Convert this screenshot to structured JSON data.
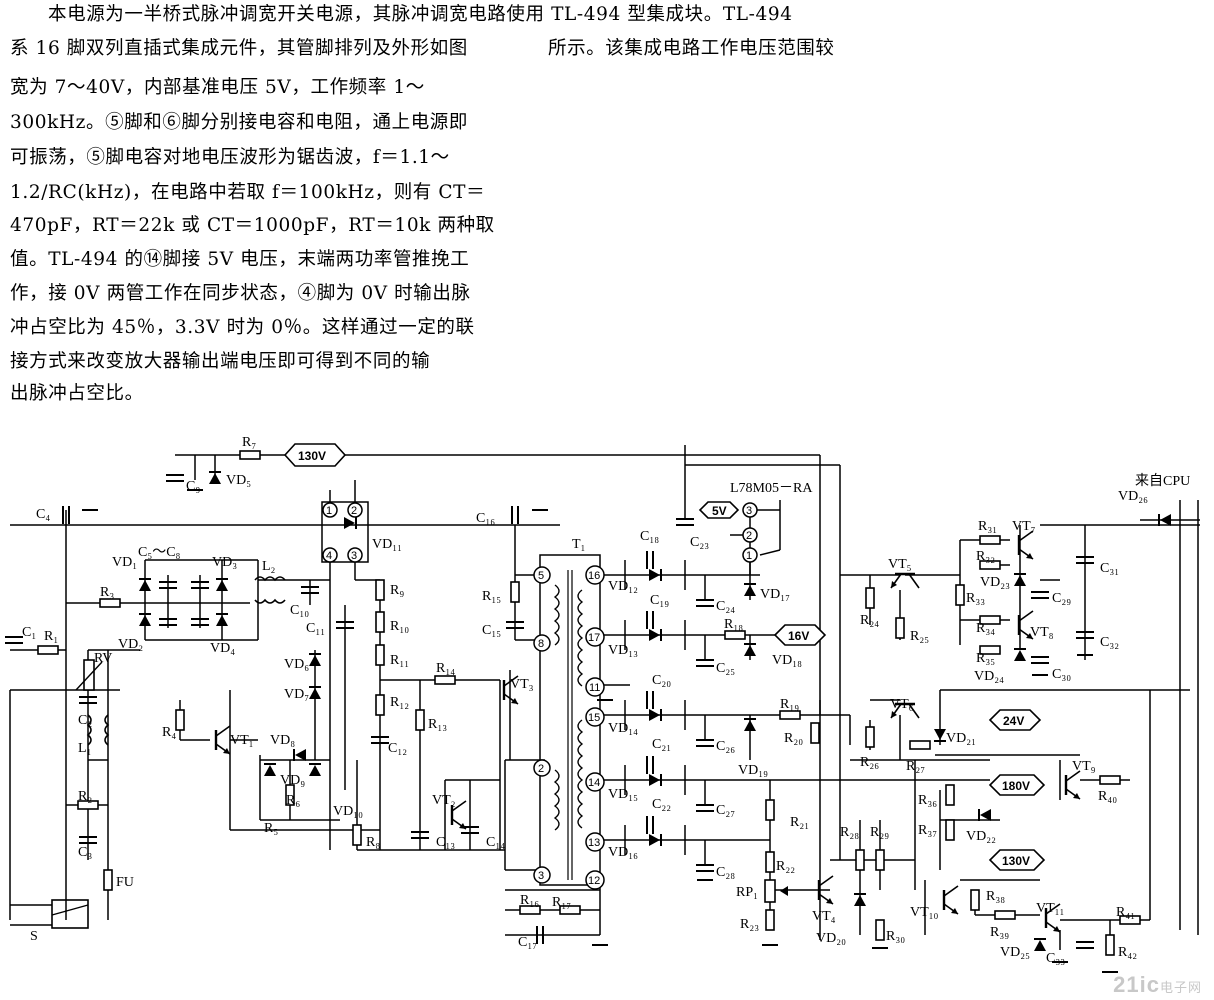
{
  "text": {
    "line1": "本电源为一半桥式脉冲调宽开关电源，其脉冲调宽电路使用 TL-494 型集成块。TL-494",
    "line2a": "系 16 脚双列直插式集成元件，其管脚排列及外形如图",
    "line2b": "所示。该集成电路工作电压范围较",
    "line3": "宽为 7～40V，内部基准电压 5V，工作频率 1～",
    "line4": "300kHz。⑤脚和⑥脚分别接电容和电阻，通上电源即",
    "line5": "可振荡，⑤脚电容对地电压波形为锯齿波，f＝1.1～",
    "line6": "1.2/RC(kHz)，在电路中若取 f＝100kHz，则有 CT＝",
    "line7": "470pF，RT＝22k 或 CT＝1000pF，RT＝10k 两种取",
    "line8": "值。TL-494 的⑭脚接 5V 电压，末端两功率管推挽工",
    "line9": "作，接 0V 两管工作在同步状态，④脚为 0V 时输出脉",
    "line10": "冲占空比为 45％，3.3V 时为 0％。这样通过一定的联",
    "line11": "接方式来改变放大器输出端电压即可得到不同的输",
    "line12": "出脉冲占空比。"
  },
  "schematic": {
    "voltage_tags": [
      "130V",
      "5V",
      "16V",
      "24V",
      "180V",
      "130V"
    ],
    "regulator": "L78M05－RA",
    "cpu_label": "来自CPU",
    "transformer": "T₁",
    "components": {
      "C4": "C₄",
      "C1": "C₁",
      "R1": "R₁",
      "RV": "RV",
      "C2": "C₂",
      "L1": "L₁",
      "R2": "R₂",
      "C3": "C₃",
      "FU": "FU",
      "S": "S",
      "R3": "R₃",
      "VD1": "VD₁",
      "VD2": "VD₂",
      "C5C8": "C₅～C₈",
      "VD3": "VD₃",
      "VD4": "VD₄",
      "L2": "L₂",
      "C10": "C₁₀",
      "C11": "C₁₁",
      "R7": "R₇",
      "C9": "C₉",
      "VD5": "VD₅",
      "VD11": "VD₁₁",
      "R9": "R₉",
      "R10": "R₁₀",
      "R11": "R₁₁",
      "R12": "R₁₂",
      "C12": "C₁₂",
      "R13": "R₁₃",
      "R14": "R₁₄",
      "VD6": "VD₆",
      "VD7": "VD₇",
      "VD8": "VD₈",
      "VD9": "VD₉",
      "VD10": "VD₁₀",
      "R6": "R₆",
      "R5": "R₅",
      "R4": "R₄",
      "VT1": "VT₁",
      "R8": "R₈",
      "C13": "C₁₃",
      "VT2": "VT₂",
      "C14": "C₁₄",
      "VT3": "VT₃",
      "C16": "C₁₆",
      "R15": "R₁₅",
      "C15": "C₁₅",
      "R16": "R₁₆",
      "R17": "R₁₇",
      "C17": "C₁₇",
      "C18": "C₁₈",
      "VD12": "VD₁₂",
      "C24": "C₂₄",
      "VD17": "VD₁₇",
      "C23": "C₂₃",
      "C19": "C₁₉",
      "VD13": "VD₁₃",
      "R18": "R₁₈",
      "C25": "C₂₅",
      "VD18": "VD₁₈",
      "C20": "C₂₀",
      "VD14": "VD₁₄",
      "C26": "C₂₆",
      "R19": "R₁₉",
      "R20": "R₂₀",
      "VD19": "VD₁₉",
      "C21": "C₂₁",
      "VD15": "VD₁₅",
      "C27": "C₂₇",
      "R21": "R₂₁",
      "C22": "C₂₂",
      "VD16": "VD₁₆",
      "C28": "C₂₈",
      "R22": "R₂₂",
      "RP1": "RP₁",
      "R23": "R₂₃",
      "VT4": "VT₄",
      "VD20": "VD₂₀",
      "R28": "R₂₈",
      "R29": "R₂₉",
      "R30": "R₃₀",
      "VT5": "VT₅",
      "R24": "R₂₄",
      "R25": "R₂₅",
      "VT6": "VT₆",
      "R26": "R₂₆",
      "R27": "R₂₇",
      "VD21": "VD₂₁",
      "R31": "R₃₁",
      "VT7": "VT₇",
      "R32": "R₃₂",
      "VD23": "VD₂₃",
      "R33": "R₃₃",
      "C29": "C₂₉",
      "C31": "C₃₁",
      "R34": "R₃₄",
      "VT8": "VT₈",
      "R35": "R₃₅",
      "VD24": "VD₂₄",
      "C30": "C₃₀",
      "C32": "C₃₂",
      "VD26": "VD₂₆",
      "VT9": "VT₉",
      "R40": "R₄₀",
      "R36": "R₃₆",
      "R37": "R₃₇",
      "VD22": "VD₂₂",
      "VT10": "VT₁₀",
      "R38": "R₃₈",
      "R39": "R₃₉",
      "VD25": "VD₂₅",
      "VT11": "VT₁₁",
      "C33": "C₃₃",
      "R41": "R₄₁",
      "R42": "R₄₂"
    },
    "ic_pins": [
      "1",
      "2",
      "3",
      "4"
    ],
    "reg_pins": [
      "3",
      "2",
      "1"
    ],
    "t1_pins": [
      "5",
      "8",
      "2",
      "3",
      "16",
      "17",
      "11",
      "15",
      "14",
      "13",
      "12"
    ]
  },
  "watermark": {
    "brand": "21ic",
    "sub": "电子网"
  }
}
